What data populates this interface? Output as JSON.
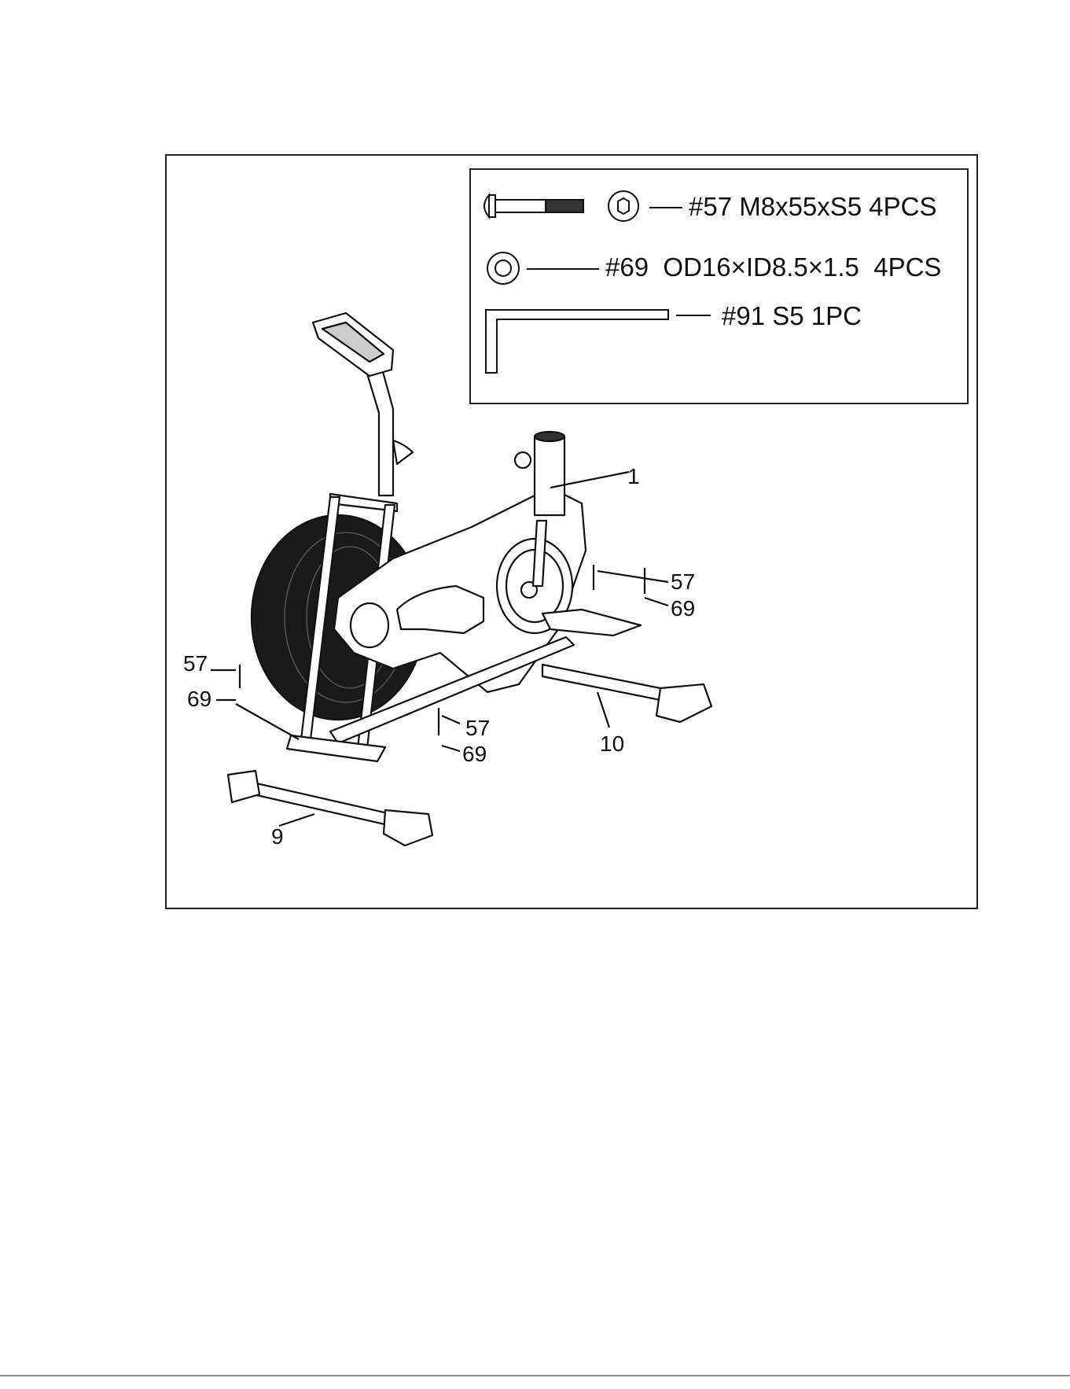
{
  "parts_list": [
    {
      "id": "57",
      "label": "#57 M8x55xS5 4PCS",
      "icon": "bolt-icon"
    },
    {
      "id": "69",
      "label": "#69  OD16×ID8.5×1.5  4PCS",
      "icon": "washer-icon"
    },
    {
      "id": "91",
      "label": "#91 S5 1PC",
      "icon": "allen-key-icon"
    }
  ],
  "callouts": {
    "main_frame": "1",
    "rear_stabilizer": "10",
    "front_stabilizer": "9",
    "bolt_right": "57",
    "washer_right": "69",
    "bolt_left": "57",
    "washer_left": "69",
    "bolt_center": "57",
    "washer_center": "69"
  },
  "colors": {
    "line": "#111111",
    "fan": "#1a1a1a",
    "background": "#ffffff"
  }
}
